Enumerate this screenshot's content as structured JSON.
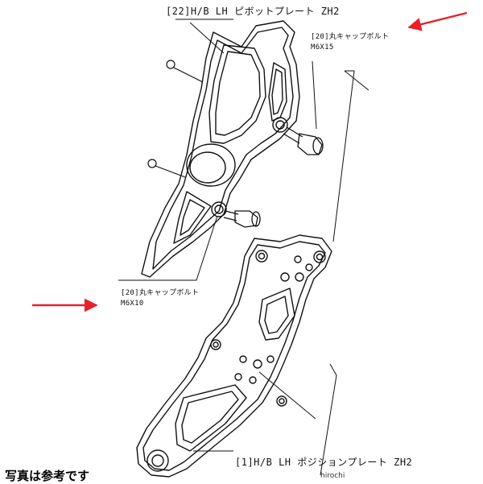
{
  "labels": {
    "part22_title": "[22]H/B LH ピボットプレート ZH2",
    "bolt_upper_name": "[20]丸キャップボルト",
    "bolt_upper_size": "M6X15",
    "bolt_lower_name": "[20]丸キャップボルト",
    "bolt_lower_size": "M6X10",
    "part1_title": "[1]H/B LH ポジションプレート ZH2"
  },
  "footer": {
    "note": "写真は参考です",
    "watermark": "hirochi"
  },
  "colors": {
    "line": "#111111",
    "arrow": "#e8202a",
    "background": "#ffffff"
  }
}
